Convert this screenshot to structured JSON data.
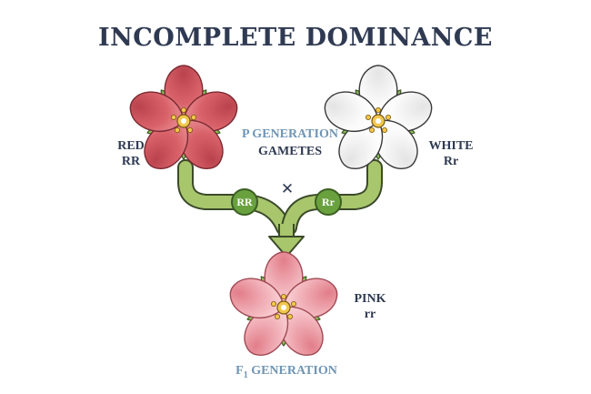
{
  "title": "INCOMPLETE DOMINANCE",
  "parents": [
    {
      "color_name": "RED",
      "genotype": "RR"
    },
    {
      "color_name": "WHITE",
      "genotype": "Rr"
    }
  ],
  "p_generation": {
    "line1": "P GENERATION",
    "line2": "GAMETES"
  },
  "gametes": [
    "RR",
    "Rr"
  ],
  "cross_symbol": "✕",
  "offspring": {
    "color_name": "PINK",
    "genotype": "rr"
  },
  "f1_generation": {
    "prefix": "F",
    "subscript": "1",
    "suffix": " GENERATION"
  },
  "colors": {
    "red_petal": "#d9626a",
    "white_petal": "#ffffff",
    "pink_petal": "#f2b3ba",
    "arrow_green": "#a8c66c",
    "gamete_green": "#6aa13f",
    "text_navy": "#2f3a52",
    "text_blue": "#6f95b5"
  }
}
